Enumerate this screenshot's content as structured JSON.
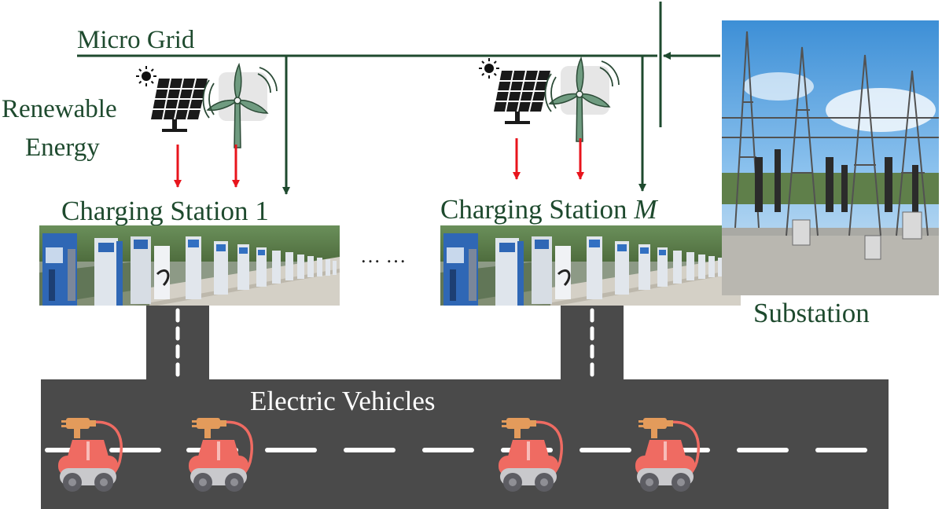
{
  "labels": {
    "micro_grid": "Micro Grid",
    "renewable_line1": "Renewable",
    "renewable_line2": "Energy",
    "station_first_prefix": "Charging Station ",
    "station_first_index": "1",
    "station_last_prefix": "Charging Station ",
    "station_last_index": "M",
    "ellipsis": "… …",
    "substation": "Substation",
    "electric_vehicles": "Electric Vehicles"
  },
  "colors": {
    "grid_line": "#1e4a2e",
    "energy_arrow": "#e8141c",
    "road": "#4a4a4a",
    "lane_mark": "#ffffff",
    "car_body": "#ef6b62",
    "car_wheels": "#c9c9cc",
    "plug": "#e39b5b",
    "cable": "#ef6b62"
  },
  "icons": {
    "sun": "sun-icon",
    "solar_panel": "solar-panel-icon",
    "wind_turbine": "wind-turbine-icon",
    "ev_plug": "ev-plug-icon",
    "electric_car": "electric-car-icon"
  }
}
